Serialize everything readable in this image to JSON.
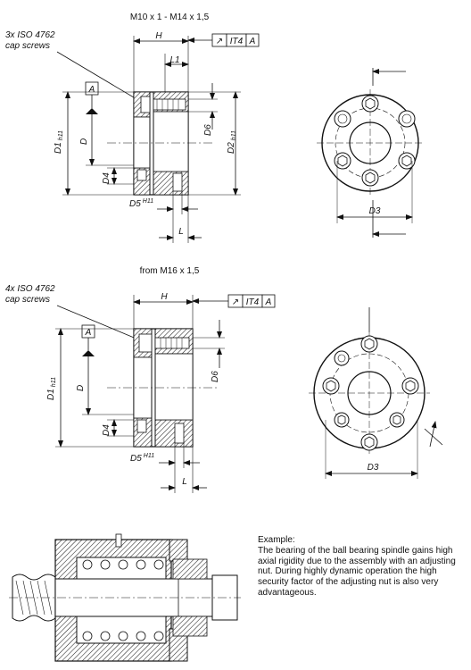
{
  "section1": {
    "title": "M10 x 1 - M14 x 1,5",
    "note_line1": "3x ISO 4762",
    "note_line2": "cap screws",
    "dims": {
      "H": "H",
      "L1": "L1",
      "A": "A",
      "D1": "D1",
      "D1_sub": "h11",
      "D": "D",
      "D4": "D4",
      "D5": "D5",
      "D5_sup": "H11",
      "L": "L",
      "D6": "D6",
      "D2": "D2",
      "D2_sub": "h11",
      "D3": "D3"
    },
    "tolerance": {
      "symbol": "↗",
      "value": "IT4",
      "datum": "A"
    }
  },
  "section2": {
    "title": "from M16 x 1,5",
    "note_line1": "4x ISO 4762",
    "note_line2": "cap screws",
    "dims": {
      "H": "H",
      "A": "A",
      "D1": "D1",
      "D1_sub": "h11",
      "D": "D",
      "D4": "D4",
      "D5": "D5",
      "D5_sup": "H11",
      "L": "L",
      "D6": "D6",
      "D3": "D3"
    },
    "tolerance": {
      "symbol": "↗",
      "value": "IT4",
      "datum": "A"
    }
  },
  "example": {
    "heading": "Example:",
    "text": "The bearing of the ball bearing spindle gains high axial rigidity due to the assembly with an adjusting nut. During highly dynamic operation the high security factor of the adjusting nut is also very advantageous."
  }
}
